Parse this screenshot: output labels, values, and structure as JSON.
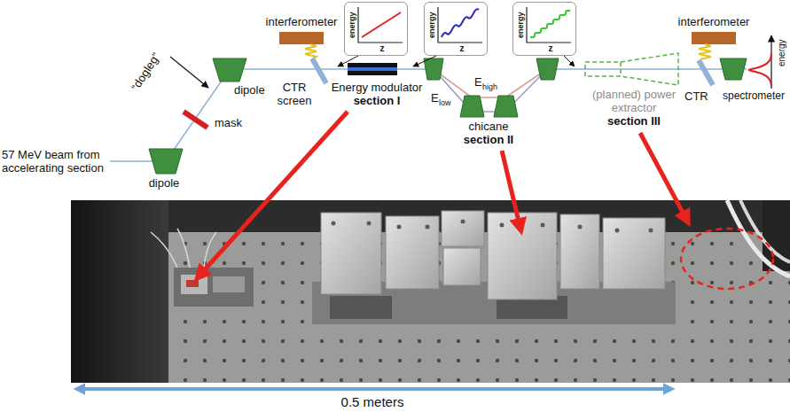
{
  "diagram": {
    "nodes": [
      {
        "text": [
          "energy",
          "z"
        ]
      },
      {
        "text": [
          "energy",
          "z"
        ]
      },
      {
        "text": [
          "energy",
          "z"
        ]
      }
    ],
    "labels": [
      "57 MeV beam from accelerating section",
      "dipole",
      "mask",
      "“dogleg”",
      "dipole",
      "interferometer",
      "CTR screen",
      "Energy modulator",
      "section I",
      "E",
      "high",
      "E",
      "low",
      "chicane",
      "section II",
      "(planned) power extractor",
      "section III",
      "interferometer",
      "CTR",
      "energy",
      "spectrometer",
      "0.5 meters"
    ]
  }
}
